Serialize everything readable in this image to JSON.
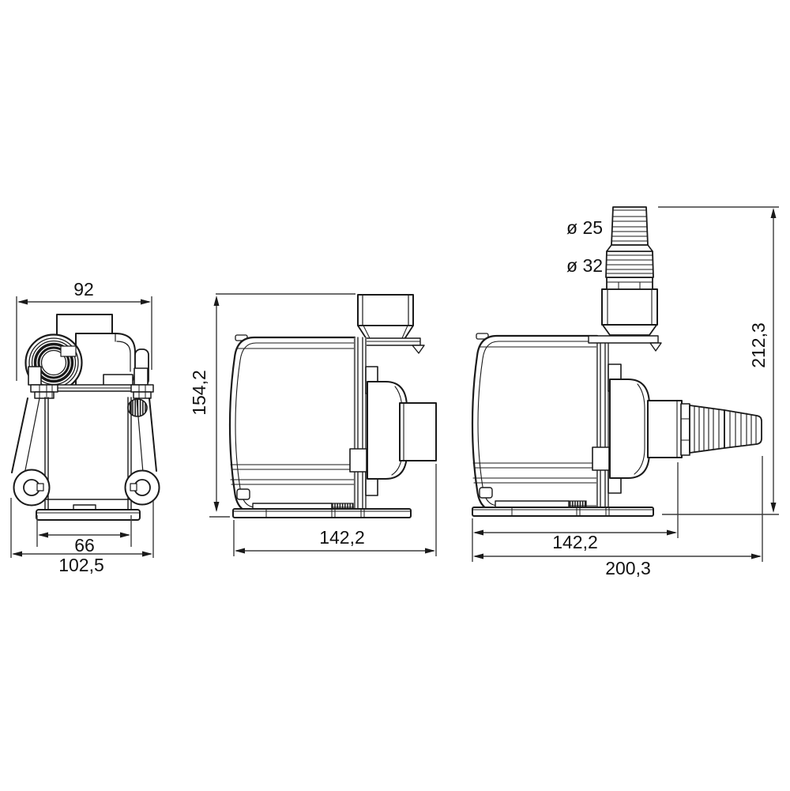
{
  "drawing": {
    "type": "pump-dimensional-technical-drawing",
    "line_color": "#1a1a1a",
    "background": "#ffffff",
    "front_view": {
      "label_width_top": "92",
      "label_width_base_inner": "66",
      "label_width_base_outer": "102,5"
    },
    "side_view": {
      "label_height": "154,2",
      "label_length": "142,2"
    },
    "fitted_view": {
      "label_hose_small": "ø 25",
      "label_hose_large": "ø 32",
      "label_total_height": "212,3",
      "label_body_length": "142,2",
      "label_total_length": "200,3"
    }
  }
}
